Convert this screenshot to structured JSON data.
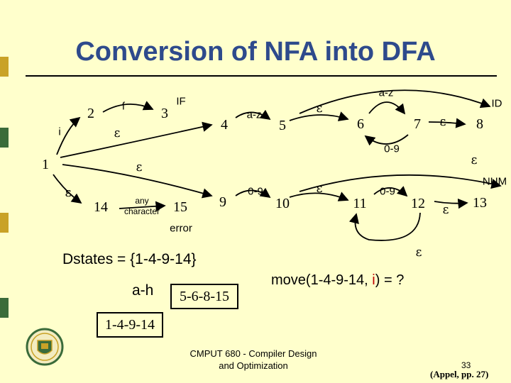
{
  "title": "Conversion of NFA into DFA",
  "diagram": {
    "states": [
      "1",
      "2",
      "3",
      "4",
      "5",
      "6",
      "7",
      "8",
      "9",
      "10",
      "11",
      "12",
      "13",
      "14",
      "15"
    ],
    "labels": {
      "i": "i",
      "f": "f",
      "IF": "IF",
      "az1": "a-z",
      "az2": "a-z",
      "ID": "ID",
      "d09_a": "0-9",
      "d09_b": "0-9",
      "d09_c": "0-9",
      "NUM": "NUM",
      "any": "any",
      "character": "character",
      "error": "error",
      "epsilon": "ε"
    }
  },
  "dstates": {
    "prefix": "Dstates = {",
    "value": "1-4-9-14",
    "suffix": "}"
  },
  "transition": {
    "symbol": "a-h",
    "target": "5-6-8-15",
    "source": "1-4-9-14"
  },
  "move": {
    "prefix": "move(1-4-9-14, ",
    "arg": "i",
    "suffix": ") = ?"
  },
  "footer": {
    "course_line1": "CMPUT 680 - Compiler Design",
    "course_line2": "and Optimization",
    "page_number": "33",
    "citation": "(Appel, pp. 27)"
  },
  "colors": {
    "title": "#2e4a8c",
    "highlight": "#c00000",
    "background": "#ffffcc"
  }
}
